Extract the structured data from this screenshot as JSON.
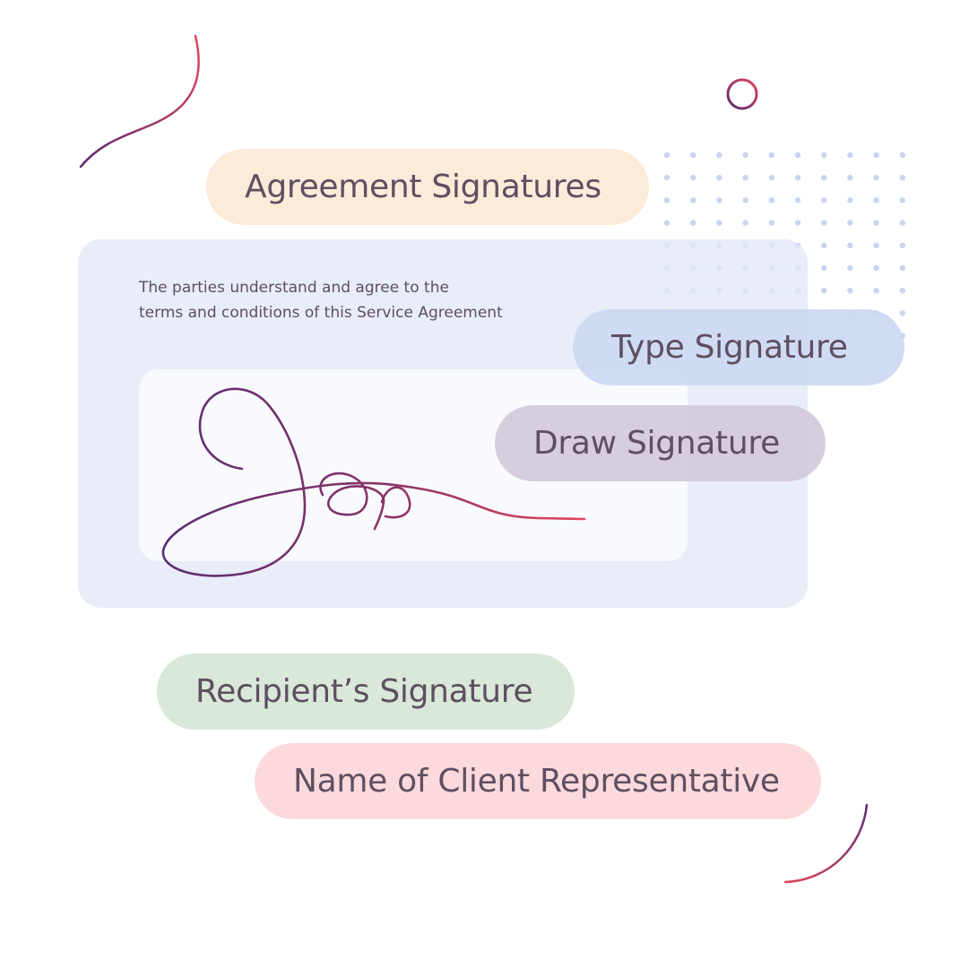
{
  "header": {
    "title": "Agreement Signatures"
  },
  "card": {
    "terms_line1": "The parties understand and agree to the",
    "terms_line2": "terms and conditions of this Service Agreement"
  },
  "actions": {
    "type_signature": "Type Signature",
    "draw_signature": "Draw Signature"
  },
  "fields": {
    "recipient_signature": "Recipient’s Signature",
    "client_representative": "Name of Client Representative"
  },
  "colors": {
    "title_pill": "#fcebd9",
    "type_pill": "#ccd9f2",
    "draw_pill": "#d3cadb",
    "recipient_pill": "#d9e8d9",
    "client_pill": "#fbd9dd",
    "text": "#5e4f61",
    "accent_start": "#5b2d73",
    "accent_end": "#e0465a",
    "dots": "#c9d4ee"
  },
  "icons": {
    "top_curve": "curve-decoration",
    "circle": "ring-decoration",
    "dots": "dot-grid-decoration",
    "plus": "plus-decoration",
    "bottom_curve": "arc-decoration"
  }
}
